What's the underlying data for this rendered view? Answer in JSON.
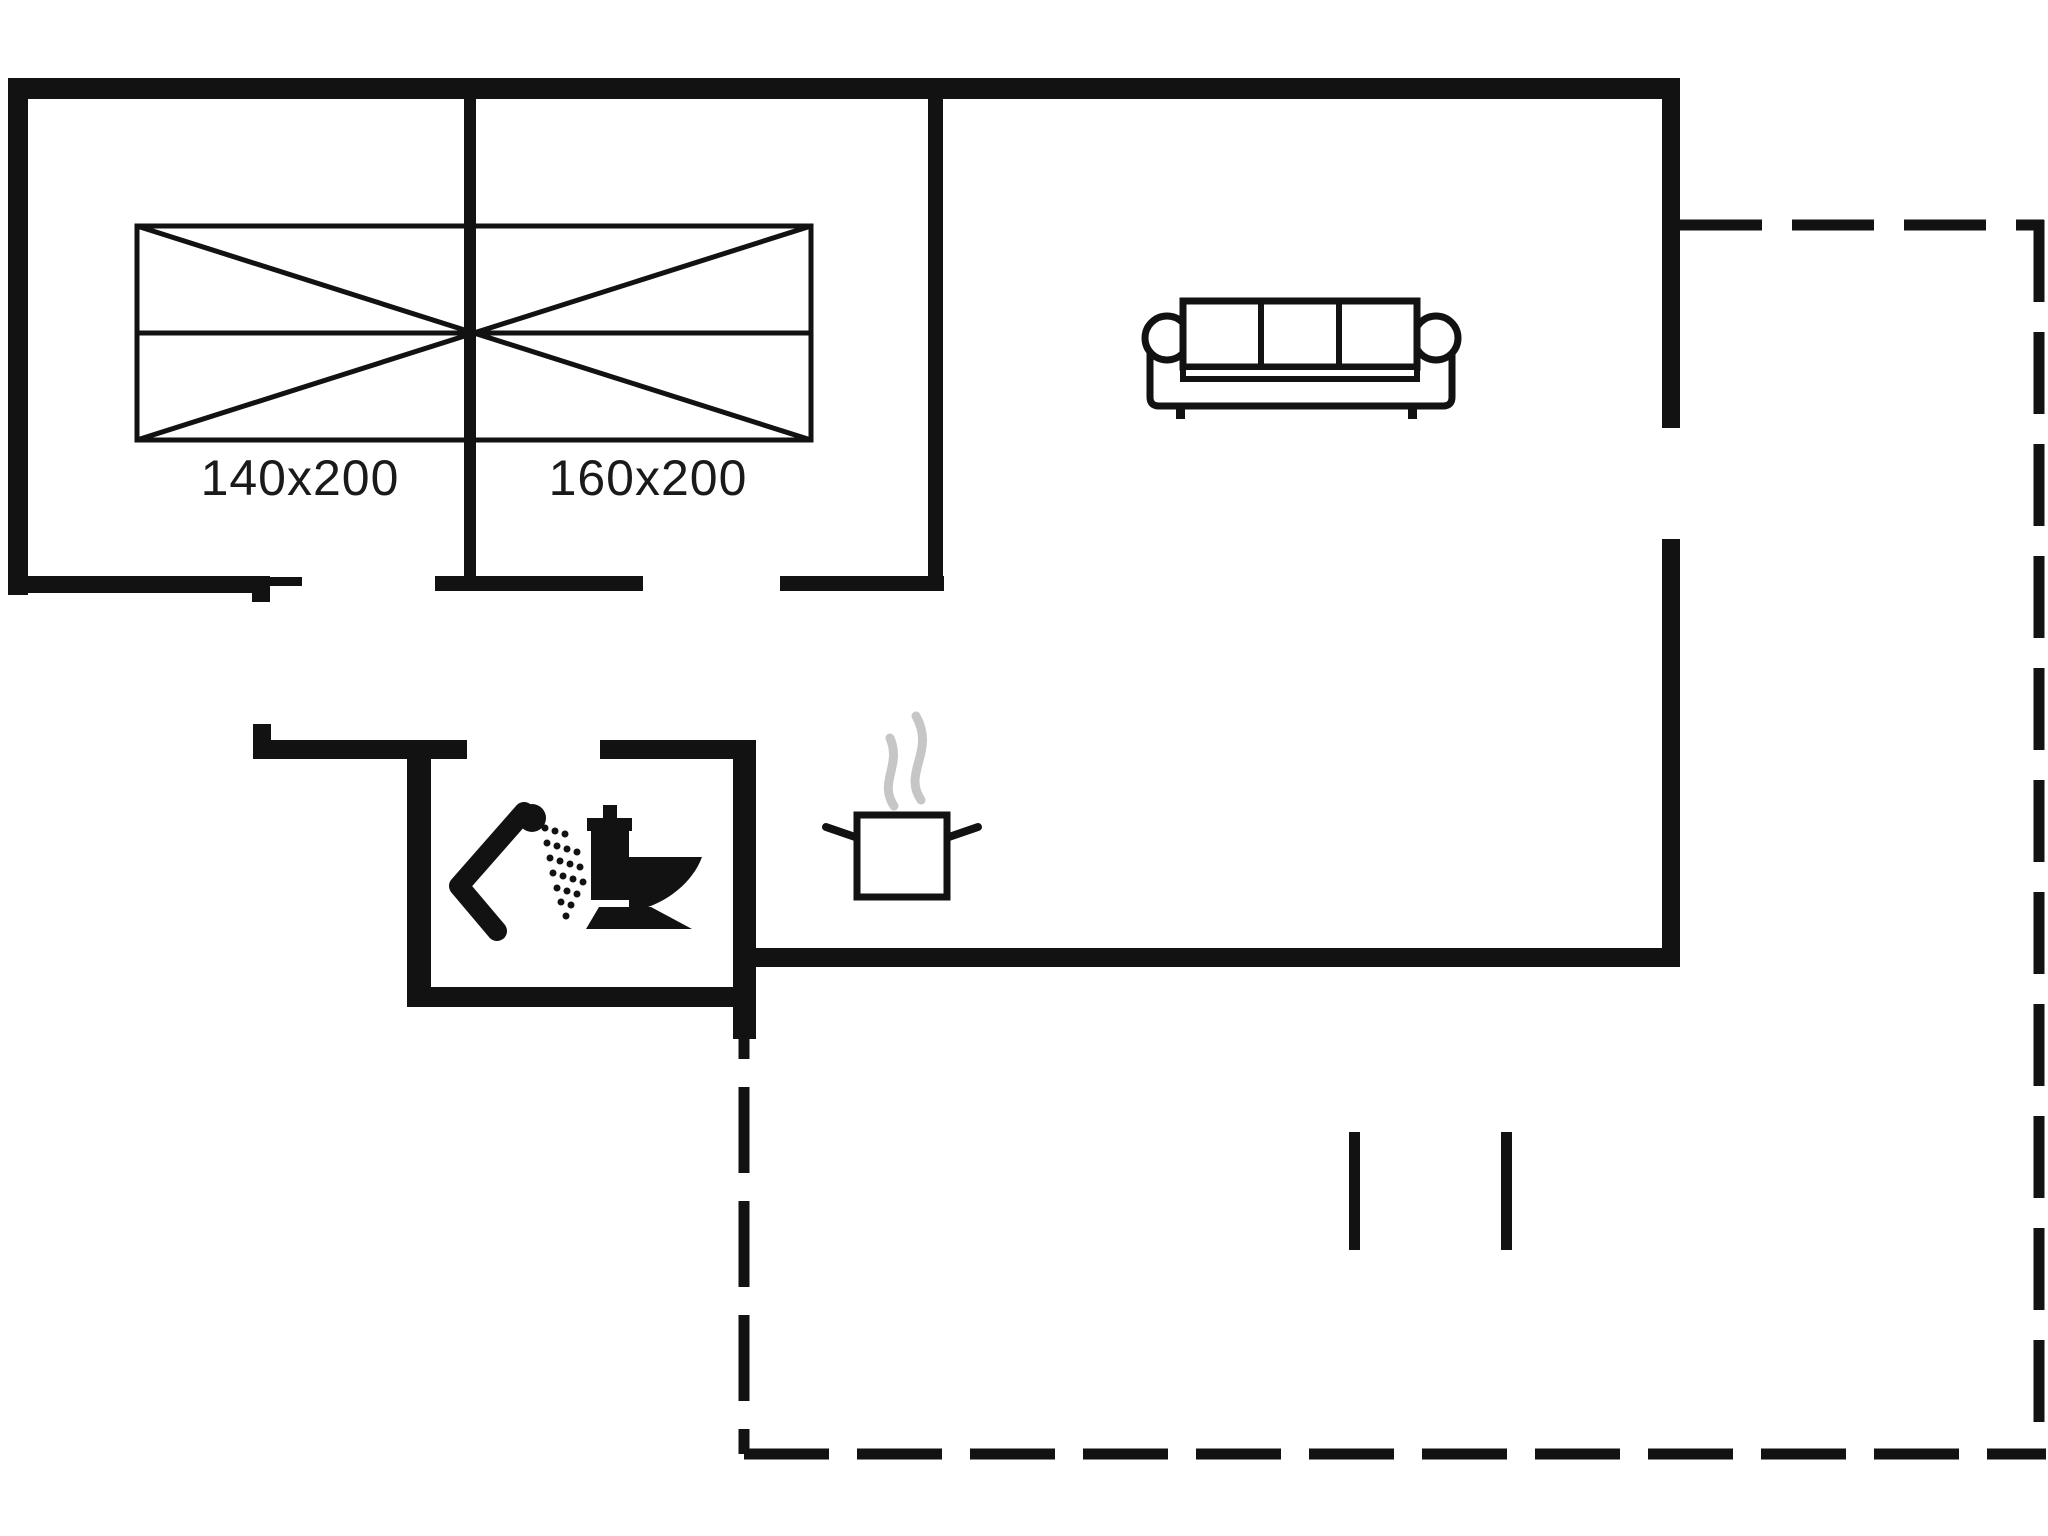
{
  "plan": {
    "colors": {
      "wall": "#121212",
      "steam": "#c6c6c6",
      "label": "#1a1a1a",
      "background": "#ffffff"
    },
    "bed_labels": [
      {
        "text": "140x200"
      },
      {
        "text": "160x200"
      }
    ],
    "icons": [
      {
        "name": "double-bed-symbol"
      },
      {
        "name": "sofa-icon"
      },
      {
        "name": "shower-icon"
      },
      {
        "name": "toilet-icon"
      },
      {
        "name": "cooking-pot-icon"
      },
      {
        "name": "steam-icon"
      },
      {
        "name": "terrace-dashed-boundary"
      },
      {
        "name": "terrace-posts"
      }
    ]
  }
}
